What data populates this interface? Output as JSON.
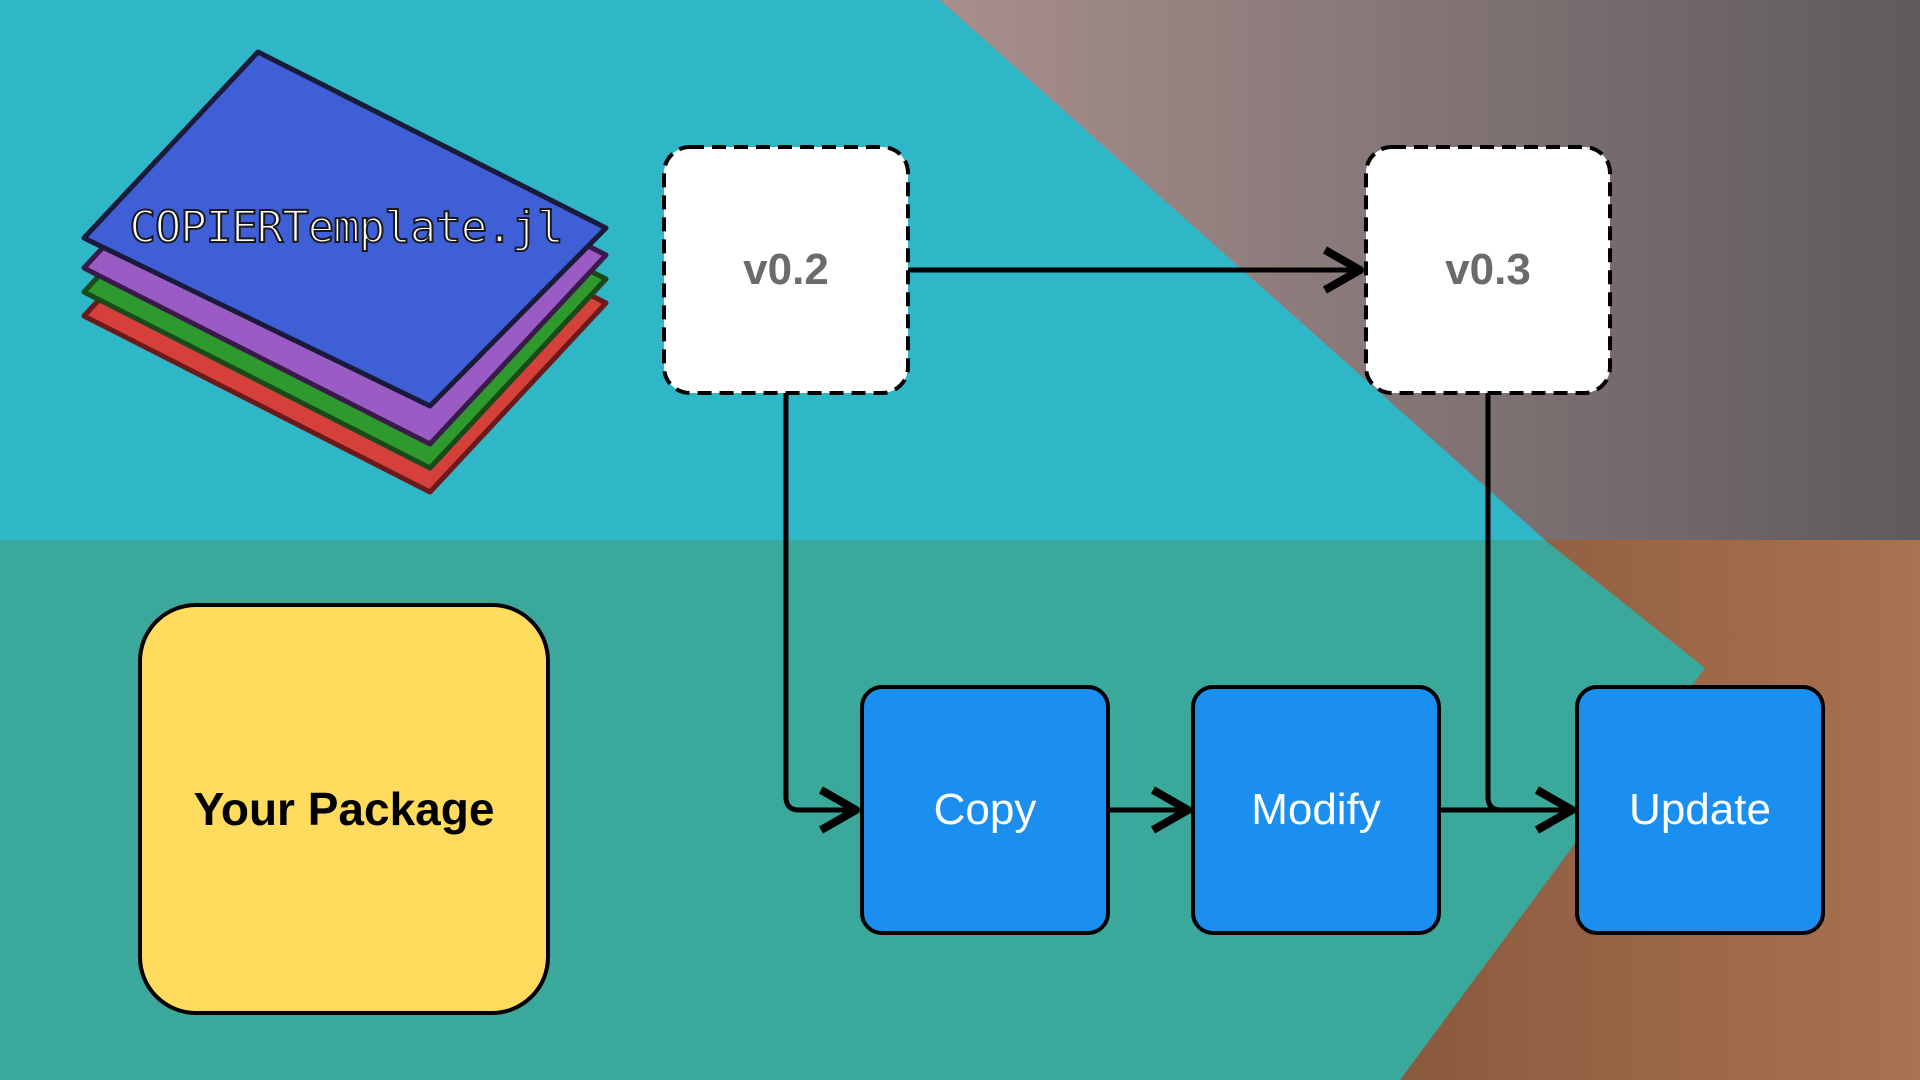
{
  "logo": {
    "text": "COPIERTemplate.jl"
  },
  "versions": {
    "v1": "v0.2",
    "v2": "v0.3"
  },
  "steps": {
    "copy": "Copy",
    "modify": "Modify",
    "update": "Update"
  },
  "package": {
    "label": "Your Package"
  },
  "colors": {
    "teal_top": "#2fb6c7",
    "teal_bottom": "#3aa89a",
    "mauve": "#9a8585",
    "brown": "#9a6a4e",
    "step_blue": "#1a8ff0",
    "package_yellow": "#ffdc5e",
    "layer_blue": "#3f5fd6",
    "layer_purple": "#9a5cc4",
    "layer_green": "#2e9a2e",
    "layer_red": "#d6403a"
  }
}
